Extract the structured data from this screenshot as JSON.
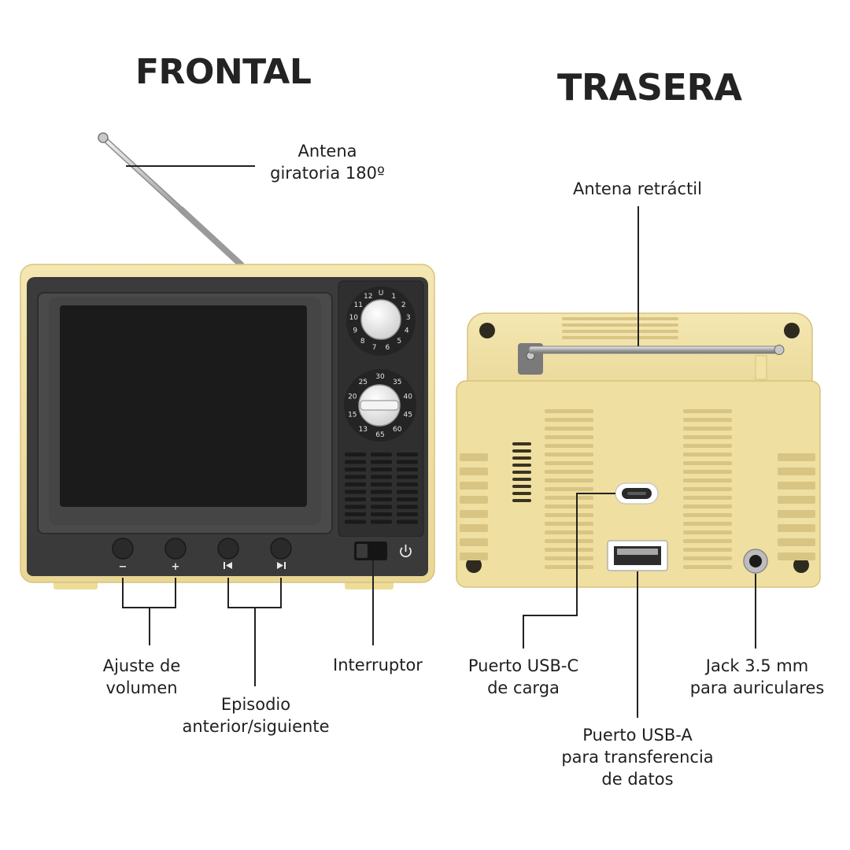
{
  "headings": {
    "front": "FRONTAL",
    "back": "TRASERA"
  },
  "front_labels": {
    "antenna": [
      "Antena",
      "giratoria 180º"
    ],
    "volume": [
      "Ajuste de",
      "volumen"
    ],
    "episode": [
      "Episodio",
      "anterior/siguiente"
    ],
    "switch": "Interruptor"
  },
  "back_labels": {
    "antenna": "Antena retráctil",
    "usb_c": [
      "Puerto USB-C",
      "de carga"
    ],
    "usb_a": [
      "Puerto USB-A",
      "para transferencia",
      "de datos"
    ],
    "jack": [
      "Jack 3.5 mm",
      "para auriculares"
    ]
  },
  "channel_dial_numbers": [
    "U",
    "1",
    "2",
    "3",
    "4",
    "5",
    "6",
    "7",
    "8",
    "9",
    "10",
    "11",
    "12"
  ],
  "timer_dial_numbers": [
    "30",
    "35",
    "40",
    "45",
    "60",
    "65",
    "13",
    "15",
    "20",
    "25"
  ],
  "front_buttons": [
    {
      "name": "volume-down",
      "symbol": "−"
    },
    {
      "name": "volume-up",
      "symbol": "+"
    },
    {
      "name": "previous-episode",
      "symbol": "prev-track-icon"
    },
    {
      "name": "next-episode",
      "symbol": "next-track-icon"
    }
  ],
  "colors": {
    "body_cream": "#f1e2a6",
    "bezel_dark": "#3a3a3a",
    "screen": "#1b1b1b",
    "line": "#222222"
  }
}
